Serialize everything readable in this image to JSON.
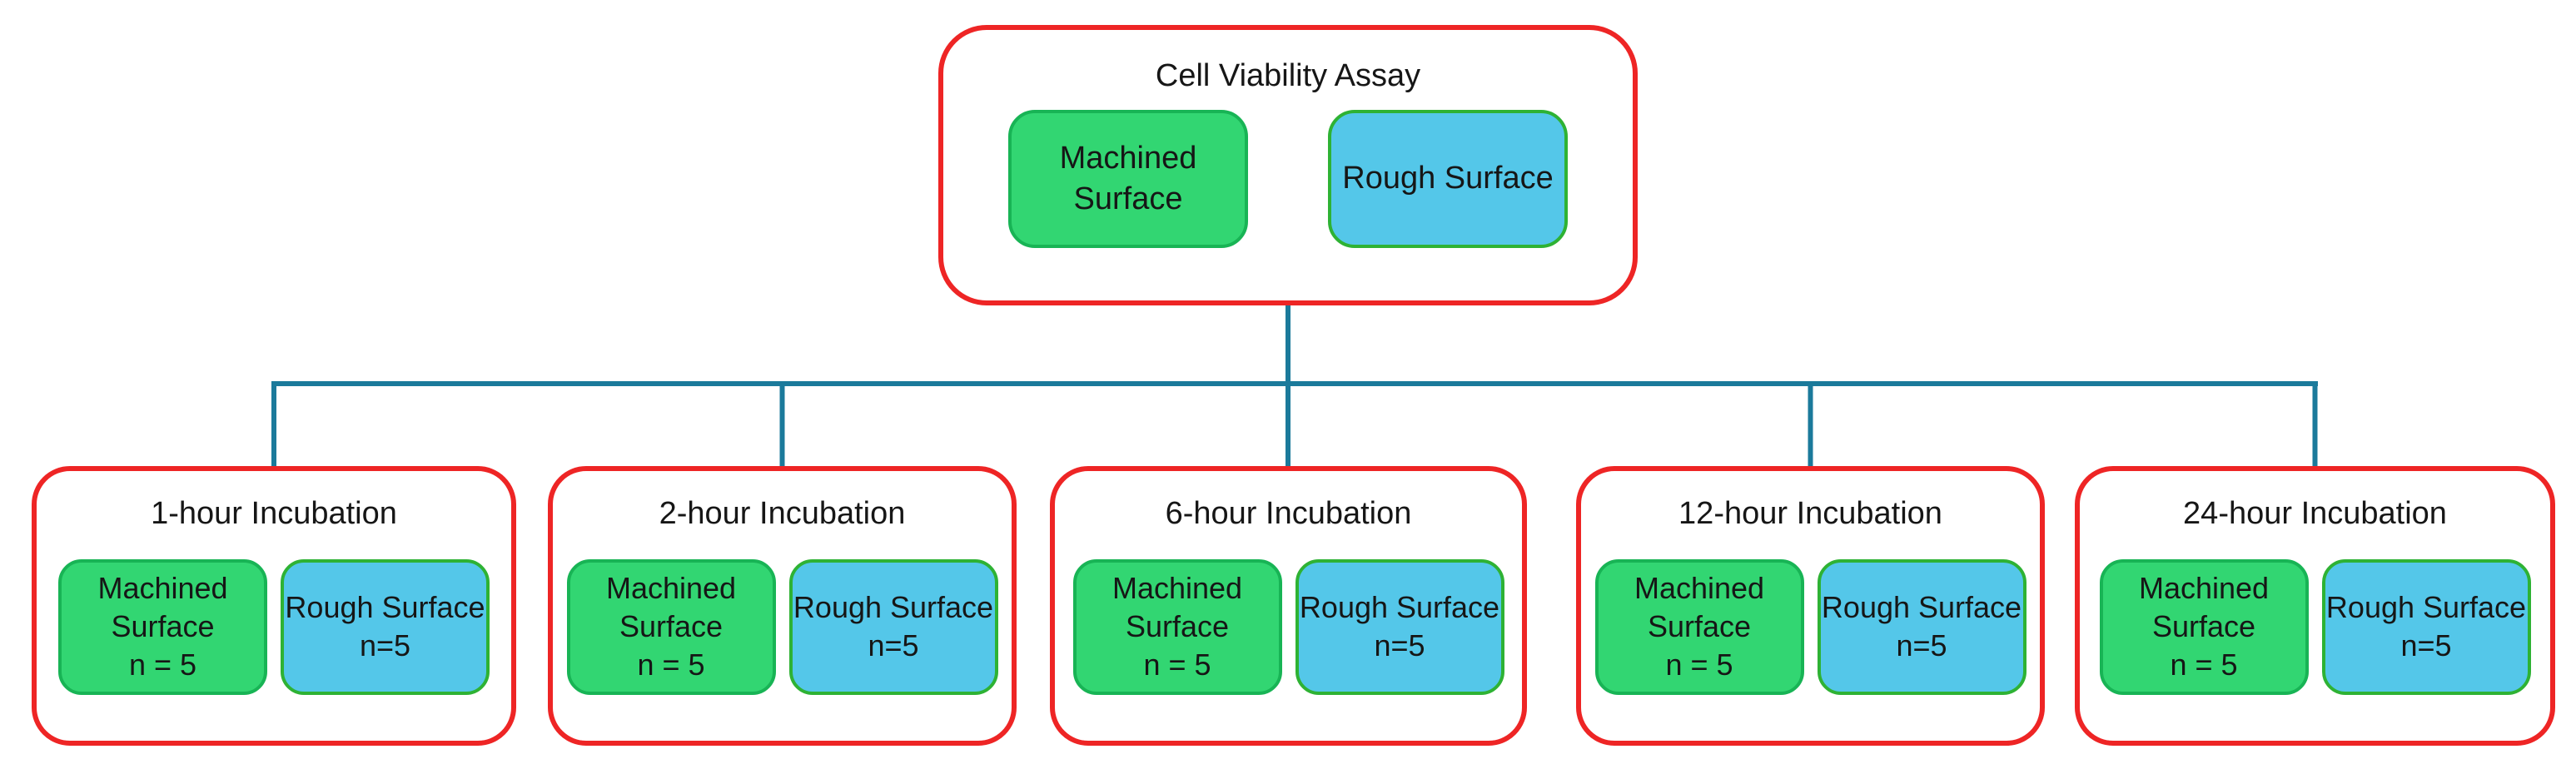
{
  "colors": {
    "outline_red": "#ee2525",
    "connector_teal": "#1b7a9b",
    "machined_fill": "#32d672",
    "machined_border": "#18b455",
    "rough_fill": "#54c7e9",
    "rough_border": "#2eb234",
    "text": "#161616"
  },
  "root": {
    "title": "Cell Viability Assay",
    "machined_label": "Machined Surface",
    "rough_label": "Rough Surface"
  },
  "branches": [
    {
      "title": "1-hour Incubation",
      "machined_label": "Machined Surface",
      "machined_n": "n = 5",
      "rough_label": "Rough Surface",
      "rough_n": "n=5"
    },
    {
      "title": "2-hour Incubation",
      "machined_label": "Machined Surface",
      "machined_n": "n = 5",
      "rough_label": "Rough Surface",
      "rough_n": "n=5"
    },
    {
      "title": "6-hour Incubation",
      "machined_label": "Machined Surface",
      "machined_n": "n = 5",
      "rough_label": "Rough Surface",
      "rough_n": "n=5"
    },
    {
      "title": "12-hour Incubation",
      "machined_label": "Machined Surface",
      "machined_n": "n = 5",
      "rough_label": "Rough Surface",
      "rough_n": "n=5"
    },
    {
      "title": "24-hour Incubation",
      "machined_label": "Machined Surface",
      "machined_n": "n = 5",
      "rough_label": "Rough Surface",
      "rough_n": "n=5"
    }
  ]
}
